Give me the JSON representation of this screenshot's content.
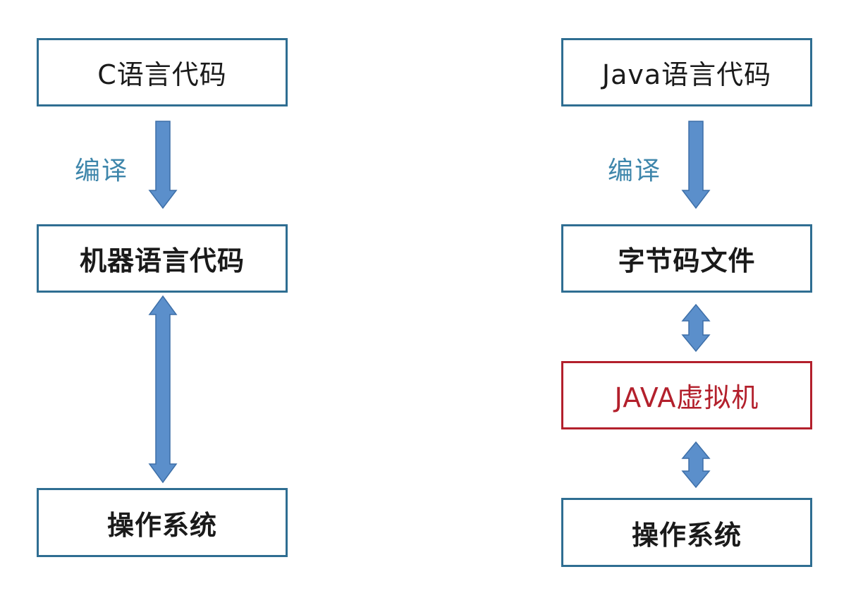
{
  "colors": {
    "box_border": "#2f6e92",
    "vm_border": "#b3202c",
    "vm_text": "#b3202c",
    "arrow_fill": "#5b8fcb",
    "arrow_stroke": "#3d6fa8",
    "label_text": "#3e86ab"
  },
  "left": {
    "source_box": "C语言代码",
    "compile_label": "编译",
    "machine_box": "机器语言代码",
    "os_box": "操作系统"
  },
  "right": {
    "source_box": "Java语言代码",
    "compile_label": "编译",
    "bytecode_box": "字节码文件",
    "jvm_box": "JAVA虚拟机",
    "os_box": "操作系统"
  }
}
